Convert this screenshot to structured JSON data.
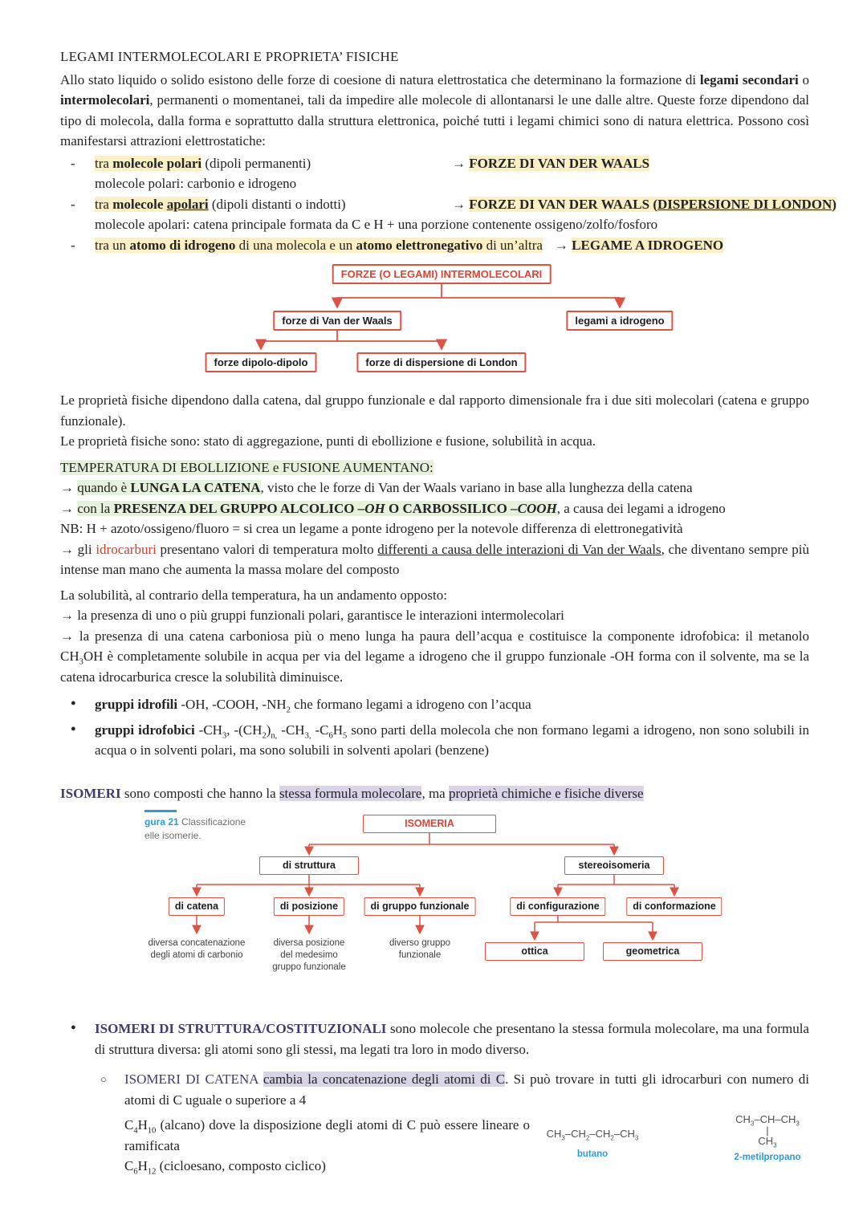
{
  "colors": {
    "flow_red": "#dc5243",
    "caption_blue": "#2b9cd8",
    "highlight_yellow": "#fbf0c5",
    "highlight_green": "#e7f2dc",
    "highlight_lavender": "#d9d4e7",
    "accent_purple": "#413a6e",
    "accent_red": "#c4432f"
  },
  "title": "LEGAMI INTERMOLECOLARI E PROPRIETA’ FISICHE",
  "intro": {
    "runs": [
      [
        "Allo stato liquido o solido esistono delle forze di coesione di natura elettrostatica che determinano la formazione di "
      ],
      [
        "legami secondari",
        "b"
      ],
      [
        " o "
      ],
      [
        "intermolecolari",
        "b"
      ],
      [
        ", permanenti o momentanei, tali da impedire alle molecole di allontanarsi le une dalle altre. Queste forze dipendono dal tipo di molecola, dalla forma e soprattutto dalla struttura elettronica, poiché tutti i legami chimici sono di natura elettrica. Possono così manifestarsi attrazioni elettrostatiche:"
      ]
    ]
  },
  "list": {
    "dash": "-",
    "i1l1": [
      [
        "tra ",
        "hl"
      ],
      [
        "molecole polari",
        "hl b"
      ],
      [
        " (dipoli permanenti)"
      ]
    ],
    "i1r": [
      [
        "→ "
      ],
      [
        "FORZE DI VAN DER WAALS",
        "hl b"
      ]
    ],
    "i1l2": "molecole polari: carbonio e idrogeno",
    "i2l1": [
      [
        "tra ",
        "hl"
      ],
      [
        "molecole ",
        "hl b"
      ],
      [
        "apolari",
        "hl b u"
      ],
      [
        " (dipoli distanti o indotti)"
      ]
    ],
    "i2r": [
      [
        "→ "
      ],
      [
        "FORZE DI VAN DER WAALS (",
        "hl b"
      ],
      [
        "DISPERSIONE DI LONDON",
        "hl b u"
      ],
      [
        ")",
        "hl b"
      ]
    ],
    "i2l2": "molecole apolari: catena principale formata da C e H + una porzione contenente ossigeno/zolfo/fosforo",
    "i3": [
      [
        "tra un ",
        "hl"
      ],
      [
        "atomo di idrogeno",
        "hl b"
      ],
      [
        " di una molecola e un ",
        "hl"
      ],
      [
        "atomo elettronegativo",
        "hl b"
      ],
      [
        " di un’altra",
        "hl"
      ],
      [
        "→ ",
        "ml"
      ],
      [
        "LEGAME A IDROGENO",
        "hl b"
      ]
    ]
  },
  "flow1": {
    "root": "FORZE (O LEGAMI) INTERMOLECOLARI",
    "vdw": "forze di Van der Waals",
    "hbond": "legami a idrogeno",
    "dipole": "forze dipolo-dipolo",
    "london": "forze di dispersione di London"
  },
  "props": {
    "p1": "Le proprietà fisiche dipendono dalla catena, dal gruppo funzionale e dal rapporto dimensionale fra i due siti molecolari (catena e gruppo funzionale).",
    "p2": "Le proprietà fisiche sono: stato di aggregazione, punti di ebollizione e fusione, solubilità in acqua."
  },
  "temp": {
    "h": [
      [
        "TEMPERATURA DI EBOLLIZIONE e FUSIONE AUMENTANO:",
        "hg"
      ]
    ],
    "l1": [
      [
        "→ "
      ],
      [
        "quando è ",
        "hg"
      ],
      [
        "LUNGA LA CATENA",
        "hg b"
      ],
      [
        ", visto che le forze di Van der Waals variano in base alla lunghezza della catena"
      ]
    ],
    "l2": [
      [
        "→ "
      ],
      [
        "con la ",
        "hg"
      ],
      [
        "PRESENZA DEL GRUPPO ALCOLICO ",
        "hg b"
      ],
      [
        "–OH",
        "hg b i"
      ],
      [
        " O ",
        "hg b"
      ],
      [
        "CARBOSSILICO ",
        "hg b"
      ],
      [
        "–COOH",
        "hg b i"
      ],
      [
        ", a causa dei legami a idrogeno"
      ]
    ],
    "l3": "NB: H + azoto/ossigeno/fluoro = si crea un legame a ponte idrogeno per la notevole differenza di elettronegatività",
    "l4": [
      [
        "→ gli "
      ],
      [
        "idrocarburi",
        "red"
      ],
      [
        " presentano valori di temperatura molto "
      ],
      [
        "differenti a causa delle interazioni di Van der Waals",
        "u"
      ],
      [
        ", che diventano sempre più intense man mano che aumenta la massa molare del composto"
      ]
    ]
  },
  "solub": {
    "l1": "La solubilità, al contrario della temperatura, ha un andamento opposto:",
    "l2": "→ la presenza di uno o più gruppi funzionali polari, garantisce le interazioni intermolecolari",
    "l3": [
      [
        "→ la presenza di una catena carboniosa più o meno lunga ha paura dell’acqua e costituisce la componente idrofobica: il metanolo CH"
      ],
      [
        "3",
        "sub"
      ],
      [
        "OH è completamente solubile in acqua per via del legame a idrogeno che il gruppo funzionale -OH forma con il solvente, ma se la catena idrocarburica cresce la solubilità diminuisce."
      ]
    ]
  },
  "groups": {
    "bullet": "●",
    "b1": [
      [
        "gruppi idrofili",
        "b"
      ],
      [
        " -OH, -COOH, -NH"
      ],
      [
        "2",
        "sub"
      ],
      [
        " che formano legami a idrogeno con l’acqua"
      ]
    ],
    "b2": [
      [
        "gruppi idrofobici",
        "b"
      ],
      [
        " -CH"
      ],
      [
        "3",
        "sub"
      ],
      [
        ", -(CH"
      ],
      [
        "2",
        "sub"
      ],
      [
        ")"
      ],
      [
        "n,",
        "sub"
      ],
      [
        " -CH"
      ],
      [
        "3,",
        "sub"
      ],
      [
        " -C"
      ],
      [
        "6",
        "sub"
      ],
      [
        "H"
      ],
      [
        "5",
        "sub"
      ],
      [
        " sono parti della molecola che non formano legami a idrogeno, non sono solubili in acqua o in solventi polari, ma sono solubili in solventi apolari (benzene)"
      ]
    ]
  },
  "isomeri": {
    "runs": [
      [
        "ISOMERI",
        "pur b"
      ],
      [
        " sono composti che hanno la "
      ],
      [
        "stessa formula molecolare",
        "hv"
      ],
      [
        ", ma "
      ],
      [
        "proprietà chimiche e fisiche diverse",
        "hv"
      ]
    ]
  },
  "fig": {
    "num": "gura 21",
    "cap1": " Classificazione",
    "cap2": "elle isomerie."
  },
  "flow2": {
    "root": "ISOMERIA",
    "c1": "di struttura",
    "c2": "stereoisomeria",
    "g1": "di catena",
    "g2": "di posizione",
    "g3": "di gruppo funzionale",
    "g4": "di configurazione",
    "g5": "di conformazione",
    "d1": "diversa concatenazione\ndegli atomi di carbonio",
    "d2": "diversa posizione\ndel medesimo\ngruppo funzionale",
    "d3": "diverso gruppo\nfunzionale",
    "o1": "ottica",
    "o2": "geometrica"
  },
  "bottom": {
    "bullet": "●",
    "circle": "○",
    "b1": [
      [
        "ISOMERI DI STRUTTURA/COSTITUZIONALI",
        "pur b"
      ],
      [
        " sono molecole che presentano la stessa formula molecolare, ma una formula di struttura diversa: gli atomi sono gli stessi, ma legati tra loro in modo diverso."
      ]
    ],
    "s1": [
      [
        "ISOMERI DI CATENA",
        "pur"
      ],
      [
        " "
      ],
      [
        "cambia la concatenazione degli atomi di C",
        "hv"
      ],
      [
        ". Si può trovare in tutti gli idrocarburi con numero di atomi di C uguale o superiore a 4"
      ]
    ],
    "f1": [
      [
        "C"
      ],
      [
        "4",
        "sub"
      ],
      [
        "H"
      ],
      [
        "10",
        "sub"
      ],
      [
        "  (alcano)  dove  la  disposizione  degli  atomi  di  C  può essere lineare o ramificata"
      ]
    ],
    "f2": [
      [
        "C"
      ],
      [
        "6",
        "sub"
      ],
      [
        "H"
      ],
      [
        "12",
        "sub"
      ],
      [
        " (cicloesano, composto ciclico)"
      ]
    ]
  },
  "chem": {
    "butano": {
      "formula": [
        [
          "CH"
        ],
        [
          "3",
          "sub"
        ],
        [
          "–CH"
        ],
        [
          "2",
          "sub"
        ],
        [
          "–CH"
        ],
        [
          "2",
          "sub"
        ],
        [
          "–CH"
        ],
        [
          "3",
          "sub"
        ]
      ],
      "label": "butano"
    },
    "iso": {
      "top": [
        [
          "CH"
        ],
        [
          "3",
          "sub"
        ],
        [
          "–CH–CH"
        ],
        [
          "3",
          "sub"
        ]
      ],
      "bar": "|",
      "bottom": [
        [
          "CH"
        ],
        [
          "3",
          "sub"
        ]
      ],
      "label": "2-metilpropano"
    }
  }
}
